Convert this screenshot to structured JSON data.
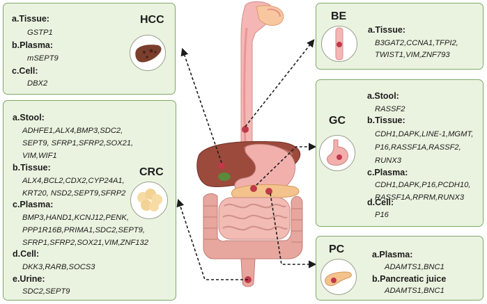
{
  "hcc": {
    "title": "HCC",
    "tissue_label": "a.Tissue:",
    "tissue": "GSTP1",
    "plasma_label": "b.Plasma:",
    "plasma": "mSEPT9",
    "cell_label": "c.Cell:",
    "cell": "DBX2"
  },
  "be": {
    "title": "BE",
    "tissue_label": "a.Tissue:",
    "tissue_1": "B3GAT2,CCNA1,TFPI2,",
    "tissue_2": "TWIST1,VIM,ZNF793"
  },
  "gc": {
    "title": "GC",
    "stool_label": "a.Stool:",
    "stool": "RASSF2",
    "tissue_label": "b.Tissue:",
    "tissue_1": "CDH1,DAPK,LINE-1,MGMT,",
    "tissue_2": "P16,RASSF1A,RASSF2,",
    "tissue_3": "RUNX3",
    "plasma_label": "c.Plasma:",
    "plasma_1": "CDH1,DAPK,P16,PCDH10,",
    "plasma_2": "RASSF1A,RPRM,RUNX3",
    "cell_label": "d.Cell:",
    "cell": "P16"
  },
  "crc": {
    "title": "CRC",
    "stool_label": "a.Stool:",
    "stool_1": "ADHFE1,ALX4,BMP3,SDC2,",
    "stool_2": "SEPT9, SFRP1,SFRP2,SOX21,",
    "stool_3": "VIM,WIF1",
    "tissue_label": "b.Tissue:",
    "tissue_1": "ALX4,BCL2,CDX2,CYP24A1,",
    "tissue_2": "KRT20, NSD2,SEPT9,SFRP2",
    "plasma_label": "c.Plasma:",
    "plasma_1": "BMP3,HAND1,KCNJ12,PENK,",
    "plasma_2": "PPP1R16B,PRIMA1,SDC2,SEPT9,",
    "plasma_3": "SFRP1,SFRP2,SOX21,VIM,ZNF132",
    "cell_label": "d.Cell:",
    "cell": "DKK3,RARB,SOCS3",
    "urine_label": "e.Urine:",
    "urine": "SDC2,SEPT9"
  },
  "pc": {
    "title": "PC",
    "plasma_label": "a.Plasma:",
    "plasma": "ADAMTS1,BNC1",
    "juice_label": "b.Pancreatic juice",
    "juice": "ADAMTS1,BNC1"
  },
  "colors": {
    "panel_fill": "#eaf3df",
    "panel_border": "#7fa867",
    "marker": "#c0394b"
  }
}
